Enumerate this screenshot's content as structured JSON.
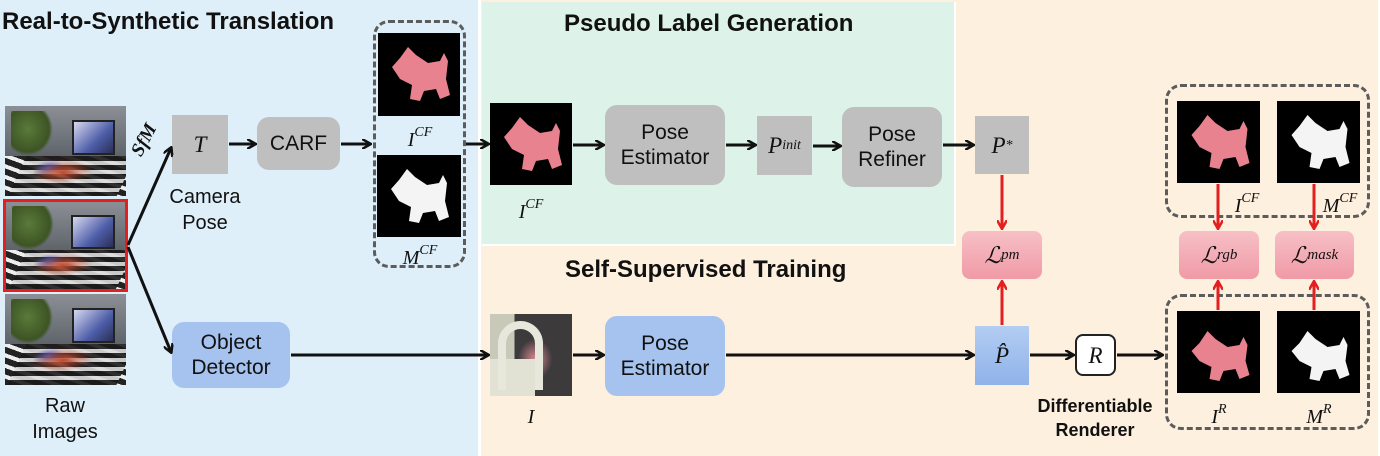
{
  "sections": {
    "real_to_synthetic": "Real-to-Synthetic Translation",
    "pseudo_label": "Pseudo Label Generation",
    "self_supervised": "Self-Supervised Training"
  },
  "real_to_synthetic": {
    "raw_images_label": [
      "Raw",
      "Images"
    ],
    "sfm_label": "SfM",
    "camera_pose_box": "T",
    "camera_pose_label": [
      "Camera",
      "Pose"
    ],
    "carf_box": "CARF",
    "object_detector_box": [
      "Object",
      "Detector"
    ],
    "cf_image_label": {
      "base": "I",
      "sup": "CF"
    },
    "cf_mask_label": {
      "base": "M",
      "sup": "CF"
    }
  },
  "pseudo_label": {
    "input_image_label": {
      "base": "I",
      "sup": "CF"
    },
    "pose_estimator_box": [
      "Pose",
      "Estimator"
    ],
    "p_init_box": {
      "base": "P",
      "sup": "init"
    },
    "pose_refiner_box": [
      "Pose",
      "Refiner"
    ],
    "p_star_box": {
      "base": "P",
      "sup": "*"
    }
  },
  "self_supervised": {
    "input_image_label": "I",
    "pose_estimator_box": [
      "Pose",
      "Estimator"
    ],
    "p_hat_box": "P̂",
    "renderer_box": "R",
    "renderer_label": [
      "Differentiable",
      "Renderer"
    ],
    "loss_pm": {
      "base": "ℒ",
      "sub": "pm"
    },
    "loss_rgb": {
      "base": "ℒ",
      "sub": "rgb"
    },
    "loss_mask": {
      "base": "ℒ",
      "sub": "mask"
    },
    "target_image_label": {
      "base": "I",
      "sup": "CF"
    },
    "target_mask_label": {
      "base": "M",
      "sup": "CF"
    },
    "rendered_image_label": {
      "base": "I",
      "sup": "R"
    },
    "rendered_mask_label": {
      "base": "M",
      "sup": "R"
    }
  },
  "colors": {
    "blue_panel": "#deeffa",
    "green_panel": "#ddf3ea",
    "orange_panel": "#fdf0df",
    "gray_box": "#bfbfbf",
    "blue_box": "#a5c3ee",
    "loss_box": "#f4aab4",
    "loss_arrow": "#e41f1f",
    "object_pink": "#e8828f"
  }
}
